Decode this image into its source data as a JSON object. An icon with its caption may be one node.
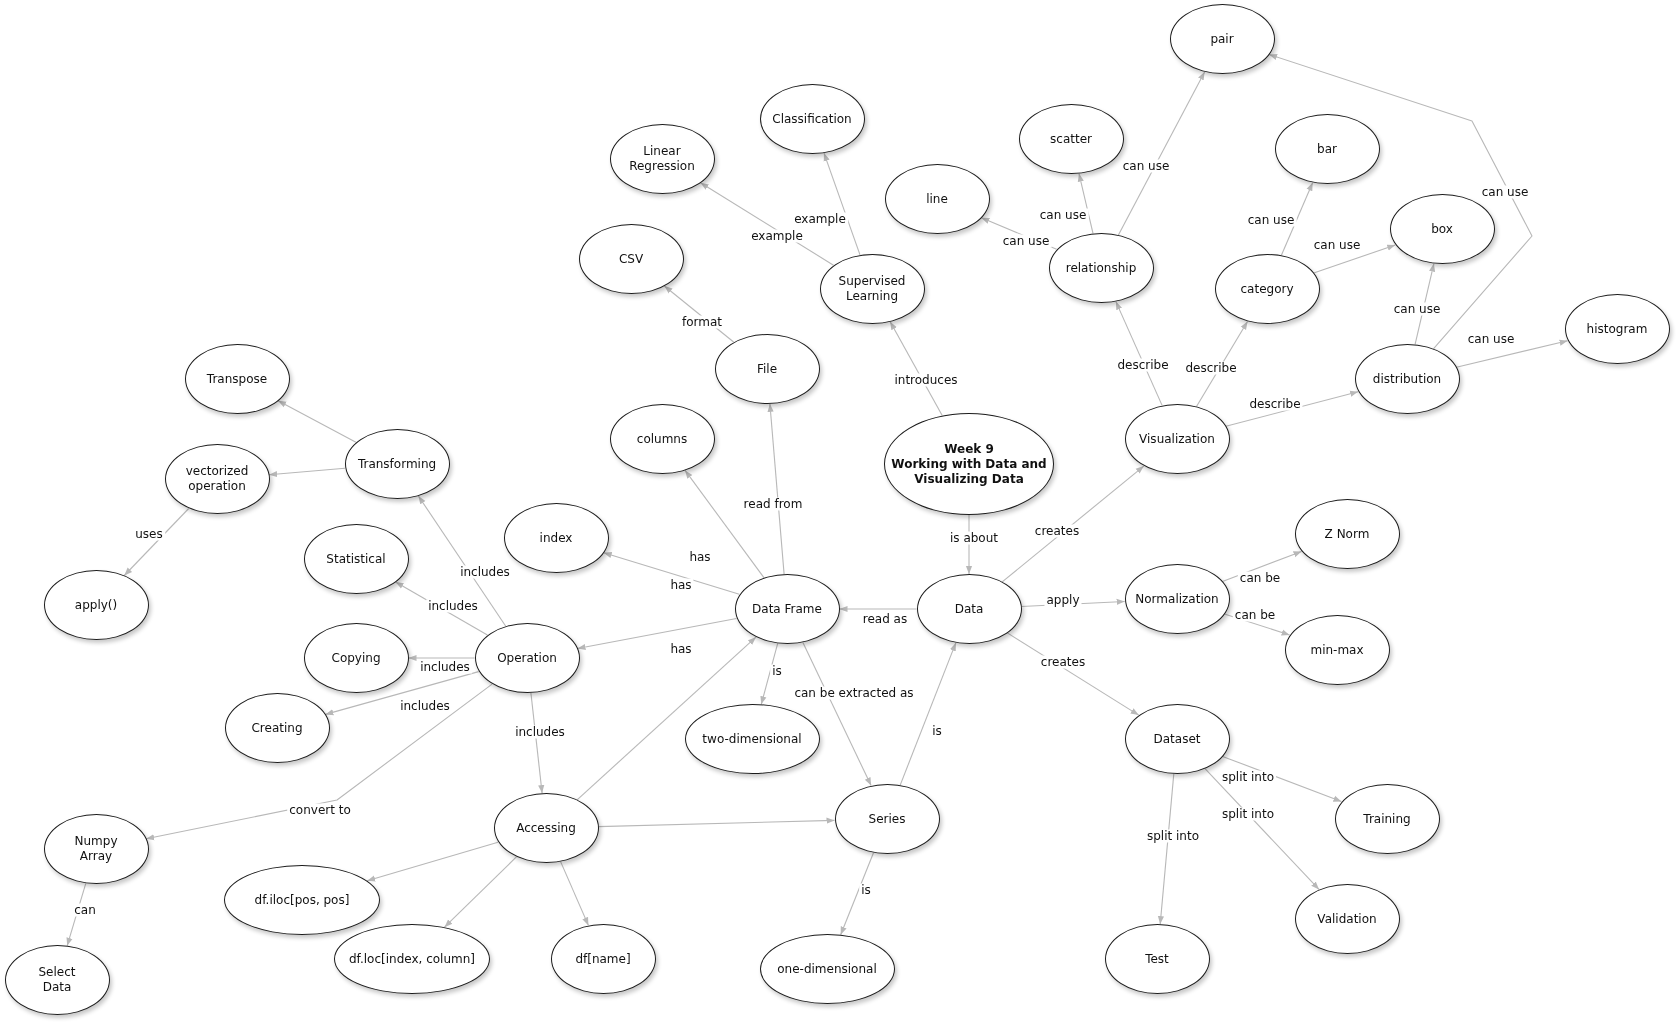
{
  "diagram": {
    "nodes": [
      {
        "text": [
          "pair"
        ]
      },
      {
        "text": [
          "Classification"
        ]
      },
      {
        "text": [
          "scatter"
        ]
      },
      {
        "text": [
          "bar"
        ]
      },
      {
        "text": [
          "Linear Regression"
        ]
      },
      {
        "text": [
          "line"
        ]
      },
      {
        "text": [
          "box"
        ]
      },
      {
        "text": [
          "CSV"
        ]
      },
      {
        "text": [
          "relationship"
        ]
      },
      {
        "text": [
          "Supervised Learning"
        ]
      },
      {
        "text": [
          "category"
        ]
      },
      {
        "text": [
          "histogram"
        ]
      },
      {
        "text": [
          "File"
        ]
      },
      {
        "text": [
          "Transpose"
        ]
      },
      {
        "text": [
          "distribution"
        ]
      },
      {
        "text": [
          "columns"
        ]
      },
      {
        "text": [
          "Visualization"
        ]
      },
      {
        "text": [
          "Transforming"
        ]
      },
      {
        "text": [
          "Week 9",
          "Working with Data and Visualizing Data"
        ]
      },
      {
        "text": [
          "vectorized operation"
        ]
      },
      {
        "text": [
          "Z Norm"
        ]
      },
      {
        "text": [
          "index"
        ]
      },
      {
        "text": [
          "Statistical"
        ]
      },
      {
        "text": [
          "Normalization"
        ]
      },
      {
        "text": [
          "apply()"
        ]
      },
      {
        "text": [
          "Data Frame"
        ]
      },
      {
        "text": [
          "Data"
        ]
      },
      {
        "text": [
          "min-max"
        ]
      },
      {
        "text": [
          "Copying"
        ]
      },
      {
        "text": [
          "Operation"
        ]
      },
      {
        "text": [
          "Creating"
        ]
      },
      {
        "text": [
          "two-dimensional"
        ]
      },
      {
        "text": [
          "Dataset"
        ]
      },
      {
        "text": [
          "Series"
        ]
      },
      {
        "text": [
          "Training"
        ]
      },
      {
        "text": [
          "Accessing"
        ]
      },
      {
        "text": [
          "Numpy Array"
        ]
      },
      {
        "text": [
          "df.iloc[pos, pos]"
        ]
      },
      {
        "text": [
          "Validation"
        ]
      },
      {
        "text": [
          "df.loc[index, column]"
        ]
      },
      {
        "text": [
          "df[name]"
        ]
      },
      {
        "text": [
          "Test"
        ]
      },
      {
        "text": [
          "one-dimensional"
        ]
      },
      {
        "text": [
          "Select Data"
        ]
      }
    ],
    "edges": [
      {
        "from": 18,
        "to": 9,
        "arrow": "to",
        "label": "introduces"
      },
      {
        "from": 18,
        "to": 26,
        "arrow": "to",
        "label": "is about"
      },
      {
        "from": 9,
        "to": 4,
        "arrow": "to",
        "label": "example"
      },
      {
        "from": 9,
        "to": 1,
        "arrow": "to",
        "label": "example"
      },
      {
        "from": 12,
        "to": 7,
        "arrow": "to",
        "label": "format"
      },
      {
        "from": 25,
        "to": 12,
        "arrow": "to",
        "label": "read from"
      },
      {
        "from": 25,
        "to": 15,
        "arrow": "to",
        "label": "has"
      },
      {
        "from": 25,
        "to": 21,
        "arrow": "to",
        "label": "has"
      },
      {
        "from": 25,
        "to": 29,
        "arrow": "to",
        "label": "has"
      },
      {
        "from": 26,
        "to": 25,
        "arrow": "to",
        "label": "read as"
      },
      {
        "from": 25,
        "to": 31,
        "arrow": "to",
        "label": "is"
      },
      {
        "from": 25,
        "to": 33,
        "arrow": "to",
        "label": "can be extracted as"
      },
      {
        "from": 33,
        "to": 26,
        "arrow": "to",
        "label": "is"
      },
      {
        "from": 33,
        "to": 42,
        "arrow": "to",
        "label": "is"
      },
      {
        "from": 35,
        "to": 25,
        "arrow": "to"
      },
      {
        "from": 35,
        "to": 33,
        "arrow": "to"
      },
      {
        "from": 35,
        "to": 37,
        "arrow": "to"
      },
      {
        "from": 35,
        "to": 39,
        "arrow": "to"
      },
      {
        "from": 35,
        "to": 40,
        "arrow": "to"
      },
      {
        "from": 29,
        "to": 35,
        "arrow": "to",
        "label": "includes"
      },
      {
        "from": 29,
        "to": 17,
        "arrow": "to",
        "label": "includes"
      },
      {
        "from": 29,
        "to": 22,
        "arrow": "to",
        "label": "includes"
      },
      {
        "from": 29,
        "to": 28,
        "arrow": "to",
        "label": "includes"
      },
      {
        "from": 29,
        "to": 30,
        "arrow": "to",
        "label": "includes"
      },
      {
        "from": 29,
        "to": 36,
        "arrow": "to",
        "label": "convert to"
      },
      {
        "from": 36,
        "to": 43,
        "arrow": "to",
        "label": "can"
      },
      {
        "from": 17,
        "to": 13,
        "arrow": "to"
      },
      {
        "from": 17,
        "to": 19,
        "arrow": "to"
      },
      {
        "from": 19,
        "to": 24,
        "arrow": "to",
        "label": "uses"
      },
      {
        "from": 26,
        "to": 16,
        "arrow": "to",
        "label": "creates"
      },
      {
        "from": 26,
        "to": 23,
        "arrow": "to",
        "label": "apply"
      },
      {
        "from": 26,
        "to": 32,
        "arrow": "to",
        "label": "creates"
      },
      {
        "from": 23,
        "to": 20,
        "arrow": "to",
        "label": "can be"
      },
      {
        "from": 23,
        "to": 27,
        "arrow": "to",
        "label": "can be"
      },
      {
        "from": 32,
        "to": 34,
        "arrow": "to",
        "label": "split into"
      },
      {
        "from": 32,
        "to": 38,
        "arrow": "to",
        "label": "split into"
      },
      {
        "from": 32,
        "to": 41,
        "arrow": "to",
        "label": "split into"
      },
      {
        "from": 16,
        "to": 8,
        "arrow": "to",
        "label": "describe"
      },
      {
        "from": 16,
        "to": 10,
        "arrow": "to",
        "label": "describe"
      },
      {
        "from": 16,
        "to": 14,
        "arrow": "to",
        "label": "describe"
      },
      {
        "from": 8,
        "to": 5,
        "arrow": "to",
        "label": "can use"
      },
      {
        "from": 8,
        "to": 2,
        "arrow": "to",
        "label": "can use"
      },
      {
        "from": 8,
        "to": 0,
        "arrow": "to",
        "label": "can use"
      },
      {
        "from": 10,
        "to": 3,
        "arrow": "to",
        "label": "can use"
      },
      {
        "from": 10,
        "to": 6,
        "arrow": "to",
        "label": "can use"
      },
      {
        "from": 14,
        "to": 6,
        "arrow": "to",
        "label": "can use"
      },
      {
        "from": 14,
        "to": 11,
        "arrow": "to",
        "label": "can use"
      },
      {
        "from": 14,
        "to": 0,
        "arrow": "to",
        "label": "can use"
      }
    ]
  }
}
